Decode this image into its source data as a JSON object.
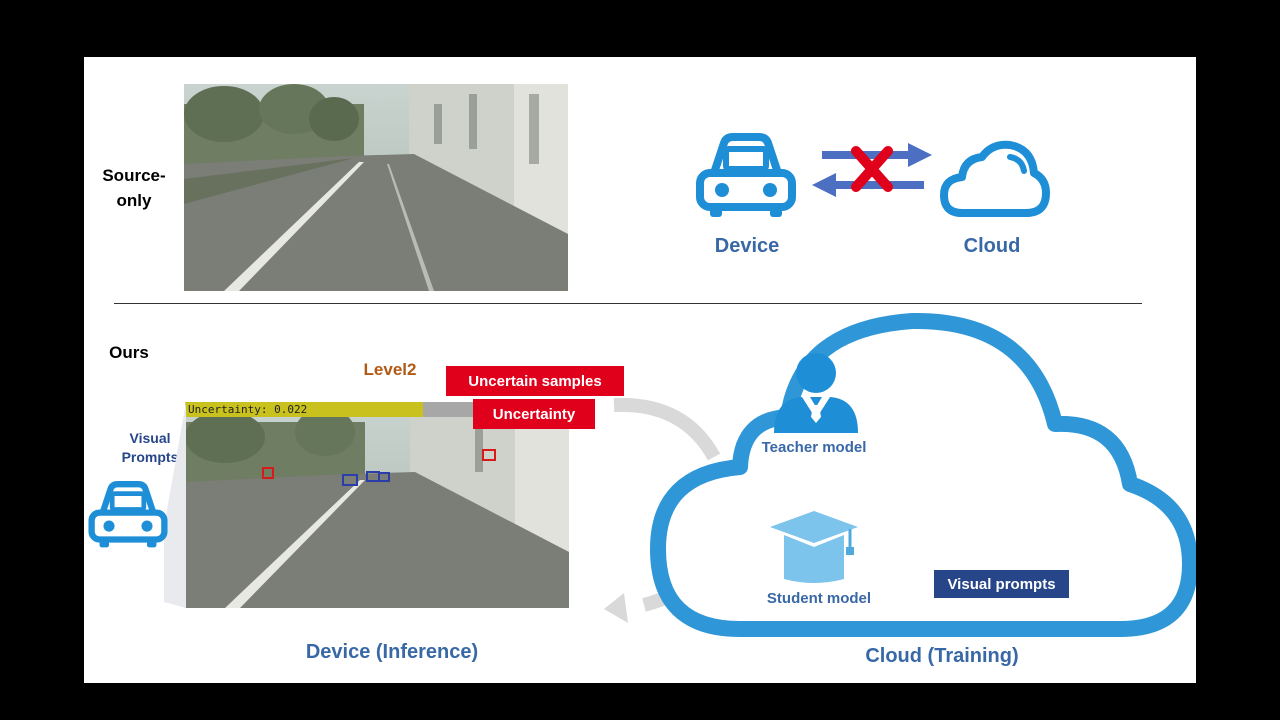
{
  "top_row": {
    "label": "Source-\nonly",
    "device_label": "Device",
    "cloud_label": "Cloud"
  },
  "bottom_row": {
    "label": "Ours",
    "level_label": "Level2",
    "uncertain_samples_label": "Uncertain samples",
    "uncertainty_tag": "Uncertainty",
    "uncertainty_readout": "Uncertainty: 0.022",
    "uncertainty_level": 0.022,
    "visual_prompts_side_label": "Visual\nPrompts",
    "teacher_label": "Teacher model",
    "student_label": "Student model",
    "visual_prompts_tag": "Visual prompts",
    "device_inference_label": "Device (Inference)",
    "cloud_training_label": "Cloud (Training)"
  },
  "colors": {
    "icon_blue": "#1e8fd6",
    "label_blue": "#3868a6",
    "tag_red": "#e0001b",
    "tag_navy": "#27468a",
    "level_orange": "#b05a16",
    "arrow_blue": "#4c6fc2",
    "cross_red": "#e0001b"
  }
}
